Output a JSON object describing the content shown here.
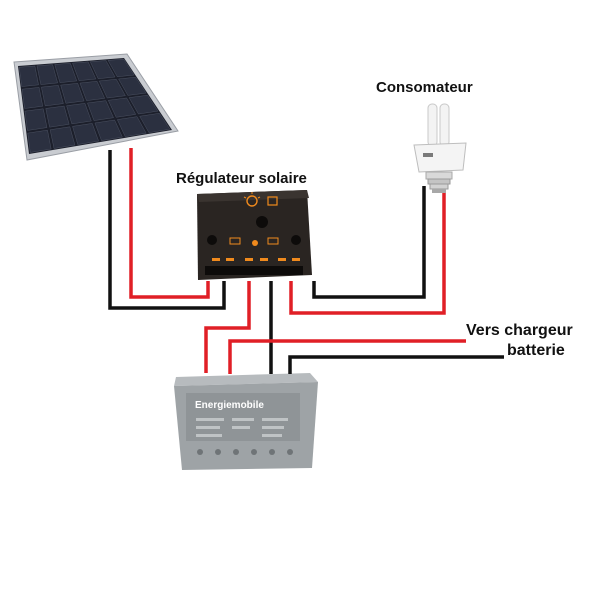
{
  "labels": {
    "consumer": "Consomateur",
    "regulator": "Régulateur solaire",
    "charger_line1": "Vers chargeur",
    "charger_line2": "batterie"
  },
  "battery": {
    "brand": "Energiemobile"
  },
  "colors": {
    "wire_positive": "#e01f26",
    "wire_negative": "#111111",
    "panel_cell": "#1c1f2b",
    "panel_frame": "#c9ccd1",
    "regulator_body": "#2a2522",
    "regulator_marking": "#f08a1d",
    "battery_body": "#9ea3a6"
  }
}
